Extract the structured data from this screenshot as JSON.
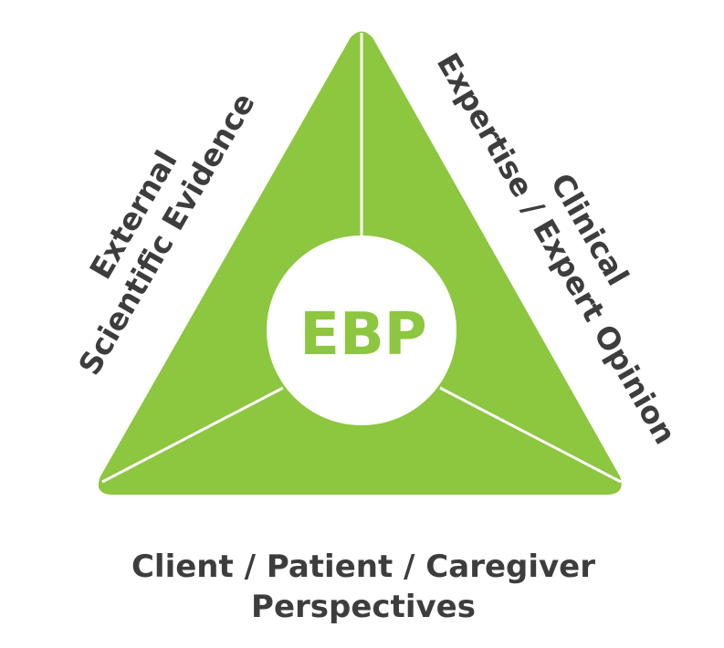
{
  "colors": {
    "triangle": "#8dc63f",
    "divider": "#ffffff",
    "center_circle": "#ffffff",
    "center_text": "#8dc63f",
    "label_text": "#3d3d3d"
  },
  "center": {
    "label": "EBP"
  },
  "left_side": {
    "line1": "External",
    "line2": "Scientific Evidence"
  },
  "right_side": {
    "line1": "Clinical",
    "line2": "Expertise / Expert Opinion"
  },
  "bottom": {
    "line1": "Client / Patient / Caregiver",
    "line2": "Perspectives"
  }
}
